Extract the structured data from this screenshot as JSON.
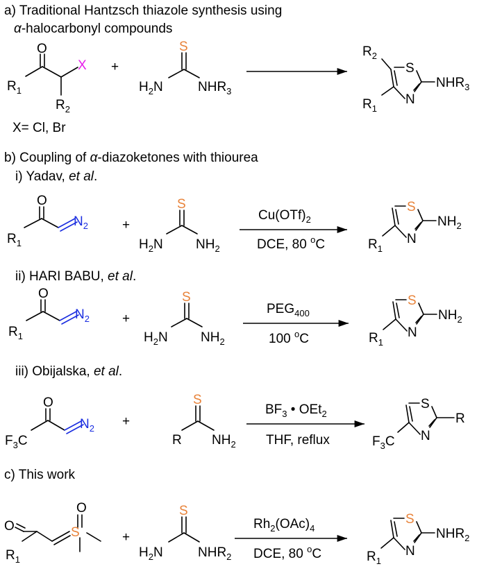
{
  "sections": {
    "a": {
      "heading_line1": "a) Traditional Hantzsch thiazole synthesis using",
      "heading_alpha": "α",
      "heading_line2_rest": "-halocarbonyl compounds",
      "x_definition": "X= Cl, Br"
    },
    "b": {
      "heading_pre": "b) Coupling of ",
      "heading_alpha": "α",
      "heading_post": "-diazoketones with thiourea",
      "i_prefix": "i) Yadav, ",
      "i_etal": "et al",
      "i_dot": ".",
      "i_conditions_top_main": "Cu(OTf)",
      "i_conditions_top_sub": "2",
      "i_conditions_bottom": "DCE, 80 ",
      "ii_prefix": "ii) HARI BABU, ",
      "ii_etal": "et al",
      "ii_dot": ".",
      "ii_conditions_top_main": "PEG",
      "ii_conditions_top_sub": "400",
      "ii_conditions_bottom": "100 ",
      "iii_prefix": "iii) Obijalska, ",
      "iii_etal": "et al",
      "iii_dot": ".",
      "iii_conditions_top_a": "BF",
      "iii_conditions_top_sub1": "3",
      "iii_conditions_top_b": " • OEt",
      "iii_conditions_top_sub2": "2",
      "iii_conditions_bottom": "THF, reflux"
    },
    "c": {
      "heading": "c) This work",
      "conditions_top_main": "Rh",
      "conditions_top_sub1": "2",
      "conditions_top_b": "(OAc)",
      "conditions_top_sub2": "4",
      "conditions_bottom": "DCE, 80 "
    }
  },
  "atoms": {
    "O": "O",
    "S": "S",
    "N": "N",
    "X": "X",
    "R": "R",
    "R1_main": "R",
    "R1_sub": "1",
    "R2_main": "R",
    "R2_sub": "2",
    "R3_sub": "3",
    "F3C_a": "F",
    "F3C_sub": "3",
    "F3C_b": "C",
    "plus": "+",
    "H2N_a": "H",
    "H2N_sub": "2",
    "H2N_b": "N",
    "NH2_a": "NH",
    "NH2_sub": "2",
    "NHR_a": "NHR",
    "N2_a": "N",
    "N2_sub": "2",
    "degree": "o",
    "celsius": "C"
  },
  "colors": {
    "sulfur": "#e8833a",
    "halogen_x": "#e61eea",
    "diazo": "#1a2de0"
  }
}
